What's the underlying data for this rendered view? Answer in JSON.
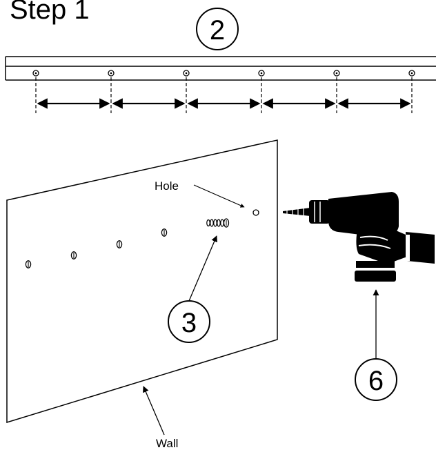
{
  "title": "Step 1",
  "callouts": {
    "rail": "2",
    "anchors": "3",
    "drill": "6"
  },
  "labels": {
    "hole": "Hole",
    "wall": "Wall"
  },
  "rail": {
    "screw_count": 6,
    "equal_spacing_arrows": 5
  },
  "wall": {
    "screw_count": 5,
    "drill_holes": 1
  },
  "colors": {
    "ink": "#000000",
    "background": "#ffffff"
  },
  "icons": [
    "screw-icon",
    "wall-anchor-icon",
    "power-drill-icon",
    "double-arrow-icon"
  ]
}
